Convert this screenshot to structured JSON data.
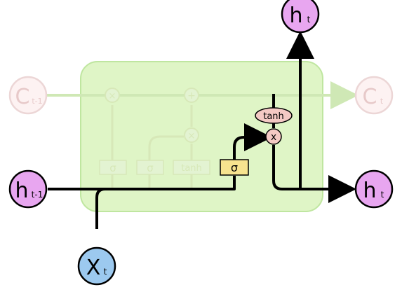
{
  "nodes": {
    "h_top": {
      "main": "h",
      "sub": "t"
    },
    "c_prev": {
      "main": "C",
      "sub": "t-1"
    },
    "c_next": {
      "main": "C",
      "sub": "t"
    },
    "h_prev": {
      "main": "h",
      "sub": "t-1"
    },
    "h_right": {
      "main": "h",
      "sub": "t"
    },
    "x_in": {
      "main": "X",
      "sub": "t"
    }
  },
  "gates": {
    "forget": "σ",
    "input": "σ",
    "candidate": "tanh",
    "output": "σ"
  },
  "ops": {
    "forget_mult": "×",
    "add": "+",
    "input_mult": "×",
    "output_tanh": "tanh",
    "output_mult": "x"
  },
  "colors": {
    "cell_fill": "#dff5c6",
    "cell_stroke": "#bfe6a0",
    "highlight_gate": "#f7e38f",
    "h_node": "#e8a6f0",
    "x_node": "#9cc9ef",
    "op_fill": "#f4c9c4",
    "active_line": "#000000",
    "faded_line": "#cfe8b5"
  }
}
